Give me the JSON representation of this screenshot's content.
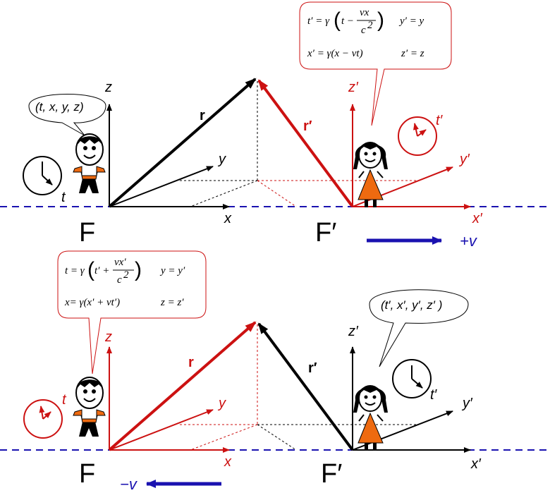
{
  "colors": {
    "black": "#000000",
    "red": "#cc1111",
    "blue": "#1a12b0",
    "orange": "#ee6a10",
    "dash": "#1a12b0"
  },
  "top": {
    "frame_label": "F",
    "frame_prime_label": "F′",
    "r_label": "r",
    "r_prime_label": "r′",
    "x": "x",
    "y": "y",
    "z": "z",
    "t": "t",
    "xp": "x′",
    "yp": "y′",
    "zp": "z′",
    "tp": "t′",
    "speech_coords": "(t, x, y, z)",
    "velocity": "+v",
    "eq_t_lhs": "t′ = γ",
    "eq_t_inner": "t −",
    "eq_t_num": "vx",
    "eq_t_den": "c",
    "eq_t_exp": "2",
    "eq_y": "y′ = y",
    "eq_x": "x′ = γ(x − vt)",
    "eq_z": "z′ = z"
  },
  "bottom": {
    "frame_label": "F",
    "frame_prime_label": "F′",
    "r_label": "r",
    "r_prime_label": "r′",
    "x": "x",
    "y": "y",
    "z": "z",
    "t": "t",
    "xp": "x′",
    "yp": "y′",
    "zp": "z′",
    "tp": "t′",
    "speech_coords": "(t′, x′, y′, z′ )",
    "velocity": "−v",
    "eq_t_lhs": "t = γ",
    "eq_t_inner": "t′ +",
    "eq_t_num": "vx′",
    "eq_t_den": "c",
    "eq_t_exp": "2",
    "eq_y": "y = y′",
    "eq_x": "x= γ(x′ + vt′)",
    "eq_z": "z = z′"
  }
}
